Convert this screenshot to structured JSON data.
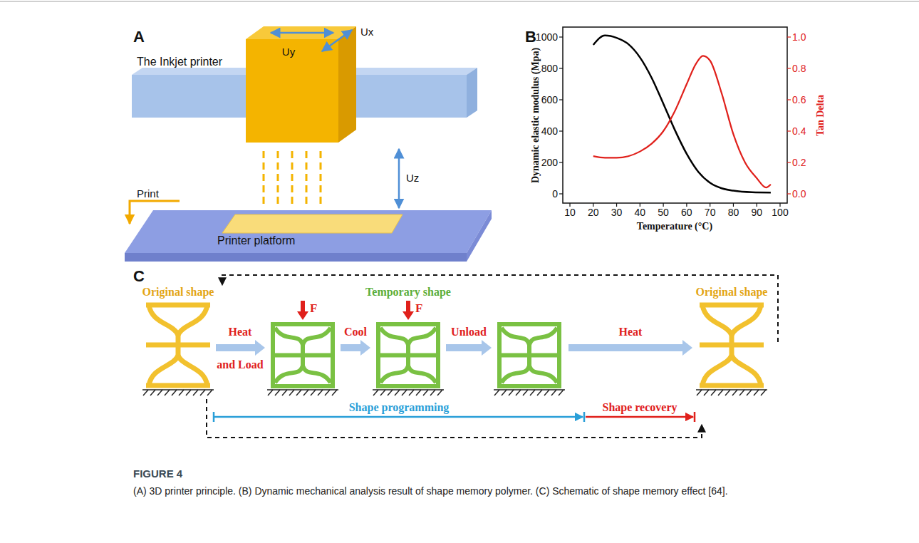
{
  "diagram": {
    "title": "FIGURE 4",
    "caption": "(A) 3D printer principle. (B) Dynamic mechanical analysis result of shape memory polymer. (C) Schematic of shape memory effect [64].",
    "nodes": [
      {
        "text": [
          "The Inkjet printer"
        ]
      },
      {
        "text": [
          "Printer platform"
        ]
      }
    ],
    "edges": [
      {
        "from": 0,
        "to": 1,
        "label": "Uz",
        "arrow": "both"
      }
    ],
    "labels": [
      "A",
      "Ux",
      "Uy",
      "Print",
      "B",
      "0",
      "200",
      "400",
      "600",
      "800",
      "1000",
      "0.0",
      "0.2",
      "0.4",
      "0.6",
      "0.8",
      "1.0",
      "10",
      "20",
      "30",
      "40",
      "50",
      "60",
      "70",
      "80",
      "90",
      "100",
      "Dynamic elastic modulus (Mpa)",
      "Tan Delta",
      "Temperature (°C)",
      "C",
      "Original shape",
      "F",
      "Heat",
      "and Load",
      "Cool",
      "Temporary shape",
      "F",
      "Unload",
      "Heat",
      "Original shape",
      "Shape programming",
      "Shape recovery"
    ]
  }
}
